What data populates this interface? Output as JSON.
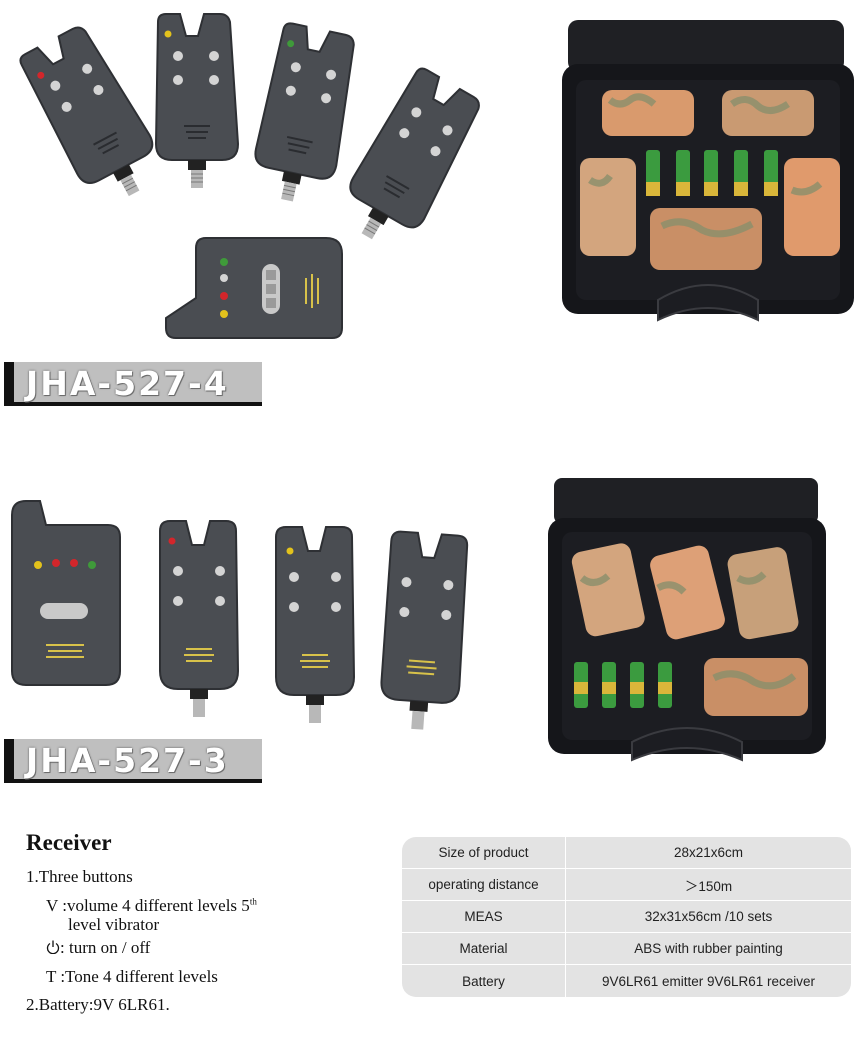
{
  "models": [
    {
      "label": "JHA-527-4"
    },
    {
      "label": "JHA-527-3"
    }
  ],
  "receiver": {
    "title": "Receiver",
    "line1": "1.Three buttons",
    "v_line_a": "V :volume 4 different levels 5",
    "v_line_sup": "th",
    "v_line_b": "level vibrator",
    "power_line": ": turn on / off",
    "t_line": "T :Tone 4 different levels",
    "line2": "2.Battery:9V  6LR61."
  },
  "specs": [
    {
      "key": "Size of product",
      "value": "28x21x6cm"
    },
    {
      "key": "operating distance",
      "value": "＞150m"
    },
    {
      "key": "MEAS",
      "value": "32x31x56cm /10 sets"
    },
    {
      "key": "Material",
      "value": "ABS with rubber painting"
    },
    {
      "key": "Battery",
      "value": "9V6LR61 emitter    9V6LR61 receiver"
    }
  ],
  "colors": {
    "device_body": "#4a4d52",
    "device_edge": "#2e3034",
    "button": "#d4d4d4",
    "led_red": "#d3262b",
    "led_yellow": "#e3c21c",
    "led_green": "#3f9a3a",
    "case_black": "#15161a",
    "camo_a": "#d99a6d",
    "camo_b": "#8a8f6b",
    "battery_green": "#3b9b3f",
    "battery_gold": "#d9b63a",
    "spec_bg": "#e3e3e3"
  }
}
